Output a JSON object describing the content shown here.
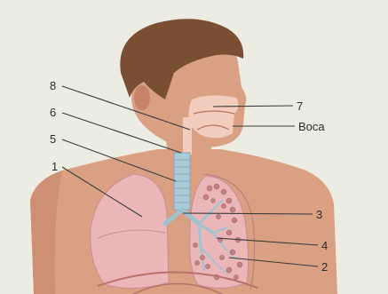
{
  "labels": [
    {
      "id": "label-8",
      "text": "8"
    },
    {
      "id": "label-7",
      "text": "7"
    },
    {
      "id": "label-6",
      "text": "6"
    },
    {
      "id": "label-boca",
      "text": "Boca"
    },
    {
      "id": "label-5",
      "text": "5"
    },
    {
      "id": "label-1",
      "text": "1"
    },
    {
      "id": "label-3",
      "text": "3"
    },
    {
      "id": "label-4",
      "text": "4"
    },
    {
      "id": "label-2",
      "text": "2"
    }
  ],
  "colors": {
    "background": "#ecece3",
    "hair": "#7a4e33",
    "skin": "#d9a083",
    "skin_shadow": "#c8846a",
    "cavity": "#f2cdbd",
    "lung": "#eab6b8",
    "trachea": "#a9cbd8",
    "bronchi": "#9ec3d3",
    "alveoli": "#c48184"
  }
}
